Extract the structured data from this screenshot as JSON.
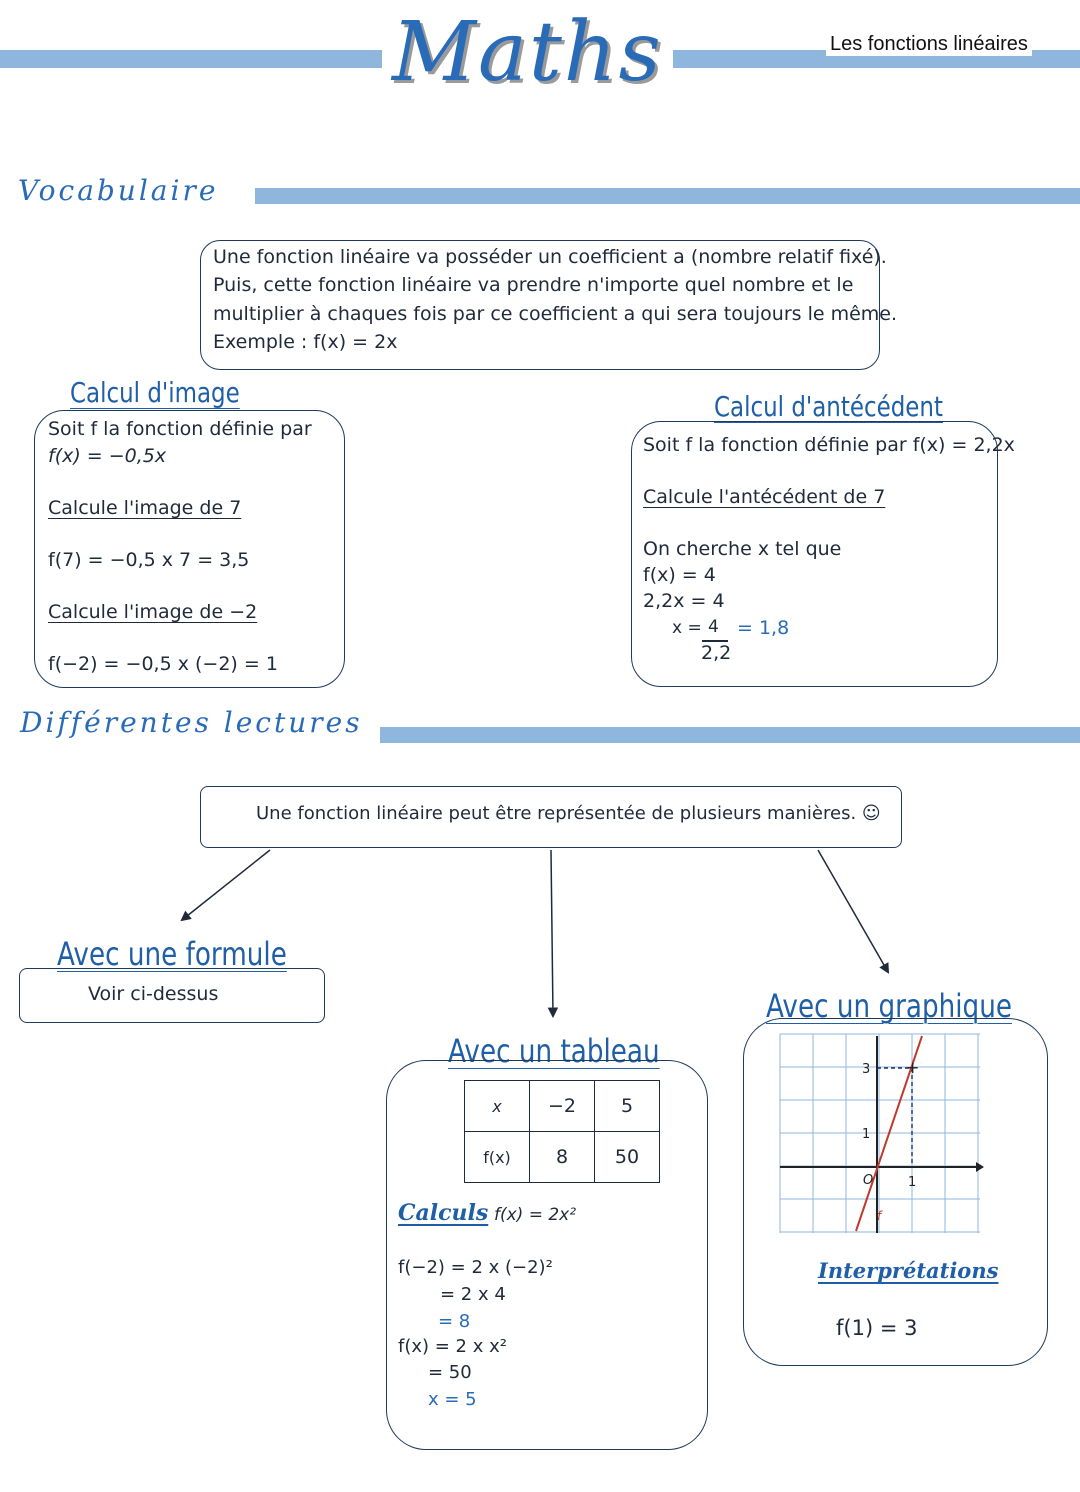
{
  "header": {
    "title": "Maths",
    "chapter": "Les fonctions linéaires"
  },
  "vocabulaire": {
    "heading": "Vocabulaire",
    "lines": [
      "Une fonction linéaire va posséder un coefficient a (nombre relatif fixé).",
      "Puis, cette fonction linéaire va prendre n'importe quel nombre et le",
      "multiplier à chaques fois par ce coefficient a qui sera toujours le même.",
      "Exemple : f(x) = 2x"
    ]
  },
  "calcul_image": {
    "heading": "Calcul d'image",
    "intro_1": "Soit f la fonction définie par",
    "intro_2": "f(x) = −0,5x",
    "q1": "Calcule l'image de 7",
    "a1": "f(7) = −0,5 x 7 = 3,5",
    "q2": "Calcule l'image de −2",
    "a2": "f(−2) = −0,5 x (−2) = 1"
  },
  "calcul_antecedent": {
    "heading": "Calcul d'antécédent",
    "intro": "Soit f la fonction définie par f(x) = 2,2x",
    "q1": "Calcule l'antécédent de 7",
    "l1": "On cherche x tel que",
    "l2": "f(x) = 4",
    "l3": "2,2x = 4",
    "l4_lhs": "x =",
    "l4_num": "4",
    "l4_den": "2,2",
    "l4_res": "= 1,8"
  },
  "lectures": {
    "heading": "Différentes lectures",
    "intro": "Une fonction linéaire peut être représentée de plusieurs manières. ☺"
  },
  "formule": {
    "heading": "Avec une formule",
    "text": "Voir ci-dessus"
  },
  "tableau": {
    "heading": "Avec un tableau",
    "row1": [
      "x",
      "−2",
      "5"
    ],
    "row2": [
      "f(x)",
      "8",
      "50"
    ],
    "calculs_label": "Calculs",
    "formula": "f(x) = 2x²",
    "c1": "f(−2) = 2 x (−2)²",
    "c2": "= 2 x 4",
    "c3": "= 8",
    "c4": "f(x) = 2 x x²",
    "c5": "= 50",
    "c6": "x = 5"
  },
  "graphique": {
    "heading": "Avec un graphique",
    "tick_y3": "3",
    "tick_y1": "1",
    "tick_x1": "1",
    "origin": "O",
    "curve_label": "f",
    "interp_label": "Interprétations",
    "interp_value": "f(1) = 3",
    "colors": {
      "grid": "#8fb6dc",
      "line": "#c0392b",
      "axis": "#222222"
    }
  }
}
